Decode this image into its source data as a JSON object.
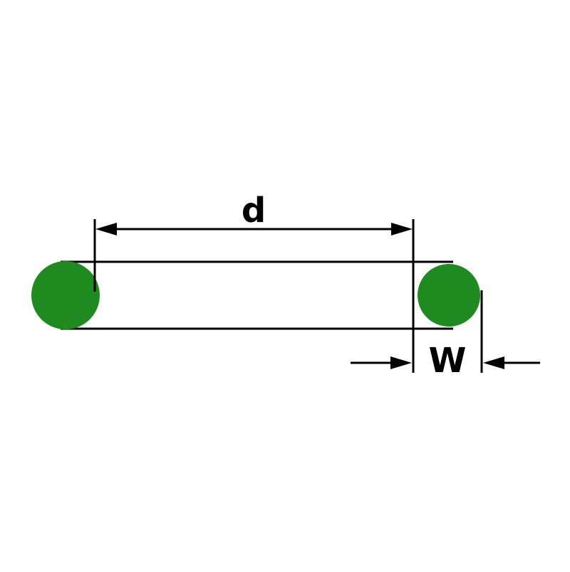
{
  "diagram": {
    "type": "o-ring-cross-section-dimension-diagram",
    "labels": {
      "inner_diameter": "d",
      "cross_section_width": "W"
    },
    "colors": {
      "ring_fill": "#1f8a1f",
      "line": "#000000",
      "background": "#ffffff"
    }
  }
}
